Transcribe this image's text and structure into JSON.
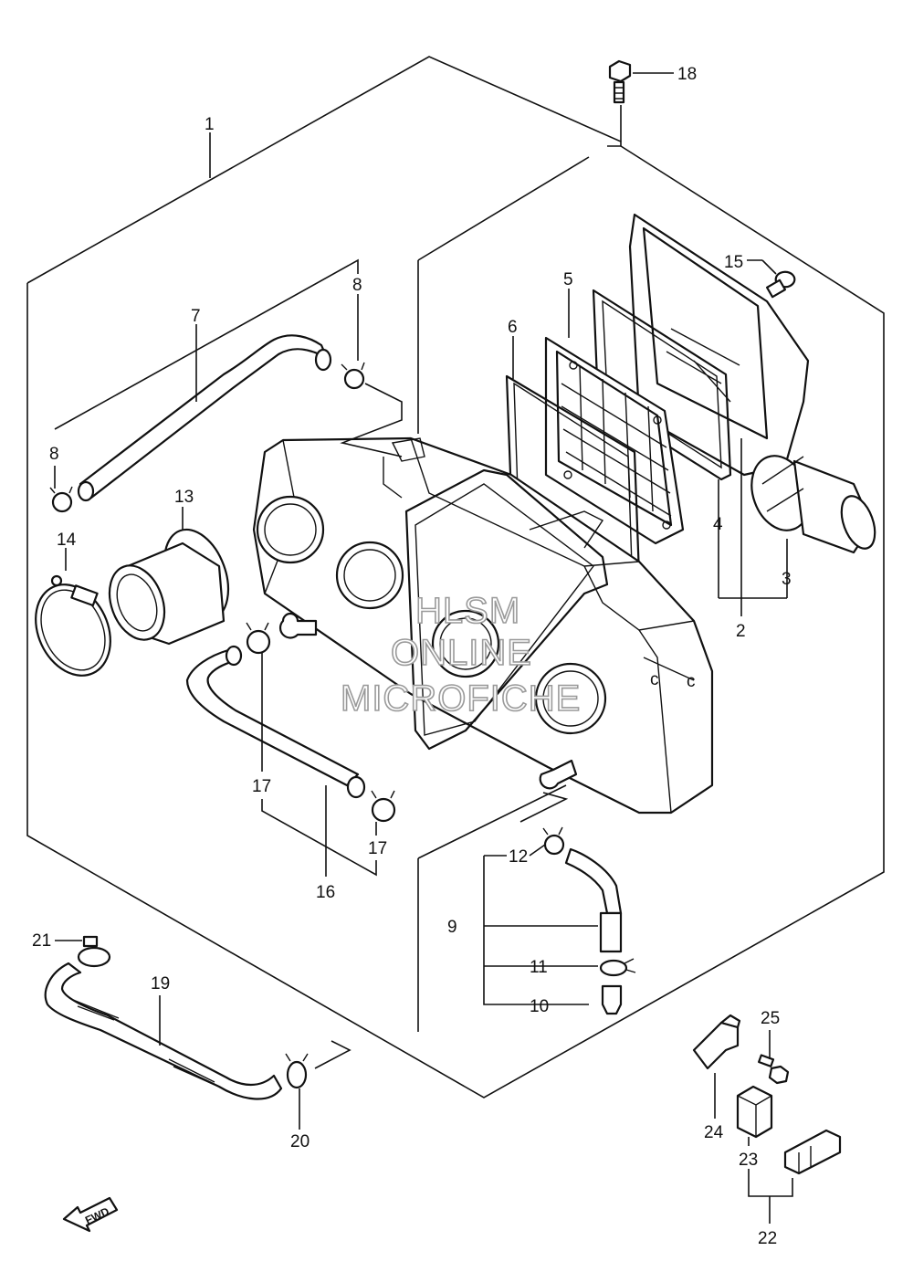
{
  "labels": [
    "1",
    "2",
    "3",
    "4",
    "5",
    "6",
    "7",
    "8",
    "8",
    "9",
    "10",
    "11",
    "12",
    "13",
    "14",
    "15",
    "16",
    "17",
    "17",
    "18",
    "19",
    "20",
    "21",
    "22",
    "23",
    "24",
    "25"
  ],
  "watermark": {
    "line1": "HLSM",
    "line2": "ONLINE",
    "line3": "MICROFICHE"
  },
  "fwd_label": "FWD"
}
